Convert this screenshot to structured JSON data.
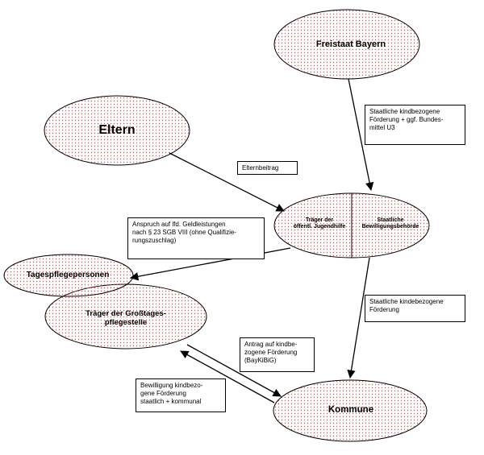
{
  "nodes": {
    "freistaat": "Freistaat Bayern",
    "eltern": "Eltern",
    "traeger_jugendhilfe": "Träger der\nöffentl. Jugendhilfe",
    "bewilligungsbehoerde": "Staatliche\nBewilligungsbehörde",
    "tagespflegepersonen": "Tagespflegepersonen",
    "grosstagespflege": "Träger der Großtages-\npflegestelle",
    "kommune": "Kommune"
  },
  "boxes": {
    "staatliche_foerderung": "Staatliche kindbezogene\nFörderung + ggf. Bundes-\nmittel U3",
    "elternbeitrag": "Elternbeitrag",
    "anspruch": "Anspruch auf lfd. Geldleistungen\nnach § 23 SGB VIII (ohne Qualifizie-\nrungszuschlag)",
    "kindebezogene": "Staatliche kindebezogene\nFörderung",
    "antrag": "Antrag auf kindbe-\nzogene Förderung\n(BayKiBiG)",
    "bewilligung": "Bewilligung kindbezo-\ngene Förderung\nstaatlich + kommunal"
  },
  "colors": {
    "dots": "#e05050",
    "outline": "#000000"
  }
}
